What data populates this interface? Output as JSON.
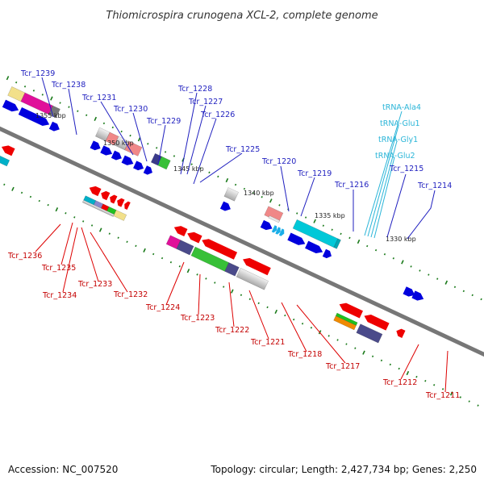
{
  "title": "Thiomicrospira crunogena XCL-2, complete genome",
  "footer": {
    "accession": "Accession: NC_007520",
    "summary": "Topology: circular; Length: 2,427,734 bp; Genes: 2,250"
  },
  "kbp_marks": [
    "1355 kbp",
    "1350 kbp",
    "1345 kbp",
    "1340 kbp",
    "1335 kbp",
    "1330 kbp"
  ],
  "top_labels": [
    "Tcr_1239",
    "Tcr_1238",
    "Tcr_1231",
    "Tcr_1230",
    "Tcr_1229",
    "Tcr_1228",
    "Tcr_1227",
    "Tcr_1226",
    "Tcr_1225",
    "Tcr_1220",
    "Tcr_1219",
    "Tcr_1216",
    "Tcr_1215",
    "Tcr_1214"
  ],
  "trna_labels": [
    "tRNA-Ala4",
    "tRNA-Glu1",
    "tRNA-Gly1",
    "tRNA-Glu2"
  ],
  "bottom_labels": [
    "Tcr_1236",
    "Tcr_1235",
    "Tcr_1234",
    "Tcr_1233",
    "Tcr_1232",
    "Tcr_1224",
    "Tcr_1223",
    "Tcr_1222",
    "Tcr_1221",
    "Tcr_1218",
    "Tcr_1217",
    "Tcr_1212",
    "Tcr_1211"
  ],
  "colors": {
    "forward": "#0000dd",
    "reverse": "#ee0000",
    "backbone": "#777777",
    "tick": "#1a7a1a",
    "top_label": "#1f1fbf",
    "bottom_label": "#c40000",
    "trna": "#2ab5d8"
  }
}
